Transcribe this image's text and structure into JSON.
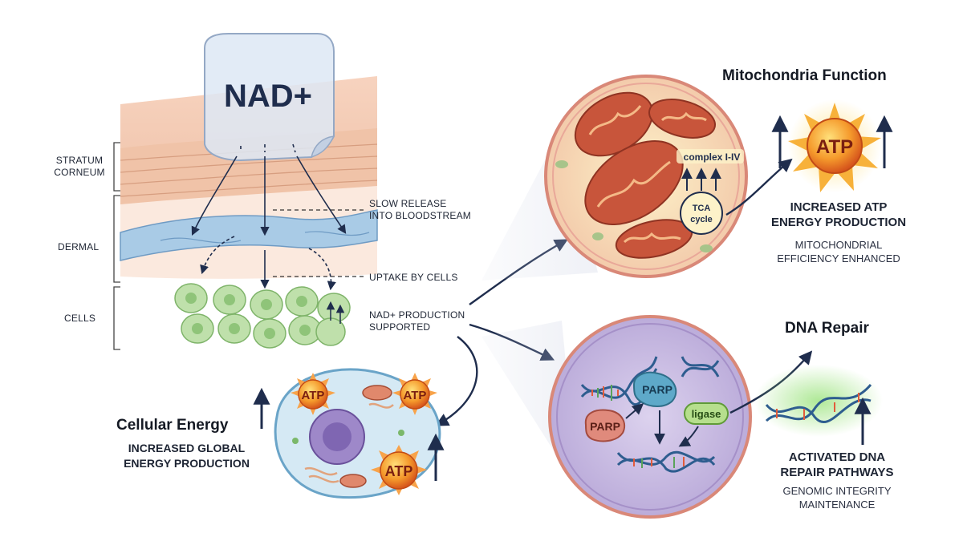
{
  "patch": {
    "label": "NAD+"
  },
  "layers": {
    "stratum": "STRATUM\nCORNEUM",
    "dermal": "DERMAL",
    "cells": "CELLS"
  },
  "annotations": {
    "slow_release": "SLOW RELEASE\nINTO BLOODSTREAM",
    "uptake": "UPTAKE BY CELLS",
    "production": "NAD+ PRODUCTION\nSUPPORTED"
  },
  "mitochondria": {
    "title": "Mitochondria Function",
    "complex": "complex I-IV",
    "tca": "TCA\ncycle",
    "atp": "ATP",
    "result": "INCREASED ATP\nENERGY PRODUCTION",
    "caption": "MITOCHONDRIAL\nEFFICIENCY ENHANCED"
  },
  "dna": {
    "title": "DNA Repair",
    "parp_top": "PARP",
    "parp_left": "PARP",
    "ligase": "ligase",
    "result": "ACTIVATED DNA\nREPAIR PATHWAYS",
    "caption": "GENOMIC INTEGRITY\nMAINTENANCE"
  },
  "cellular": {
    "title": "Cellular Energy",
    "sub": "INCREASED GLOBAL\nENERGY PRODUCTION",
    "atp1": "ATP",
    "atp2": "ATP",
    "atp3": "ATP"
  },
  "colors": {
    "skin": "#f4cdb8",
    "vessel": "#a9cbe6",
    "cell": "#b7dca4",
    "atp": "#f29a2e",
    "arrow": "#1f2d4d"
  }
}
